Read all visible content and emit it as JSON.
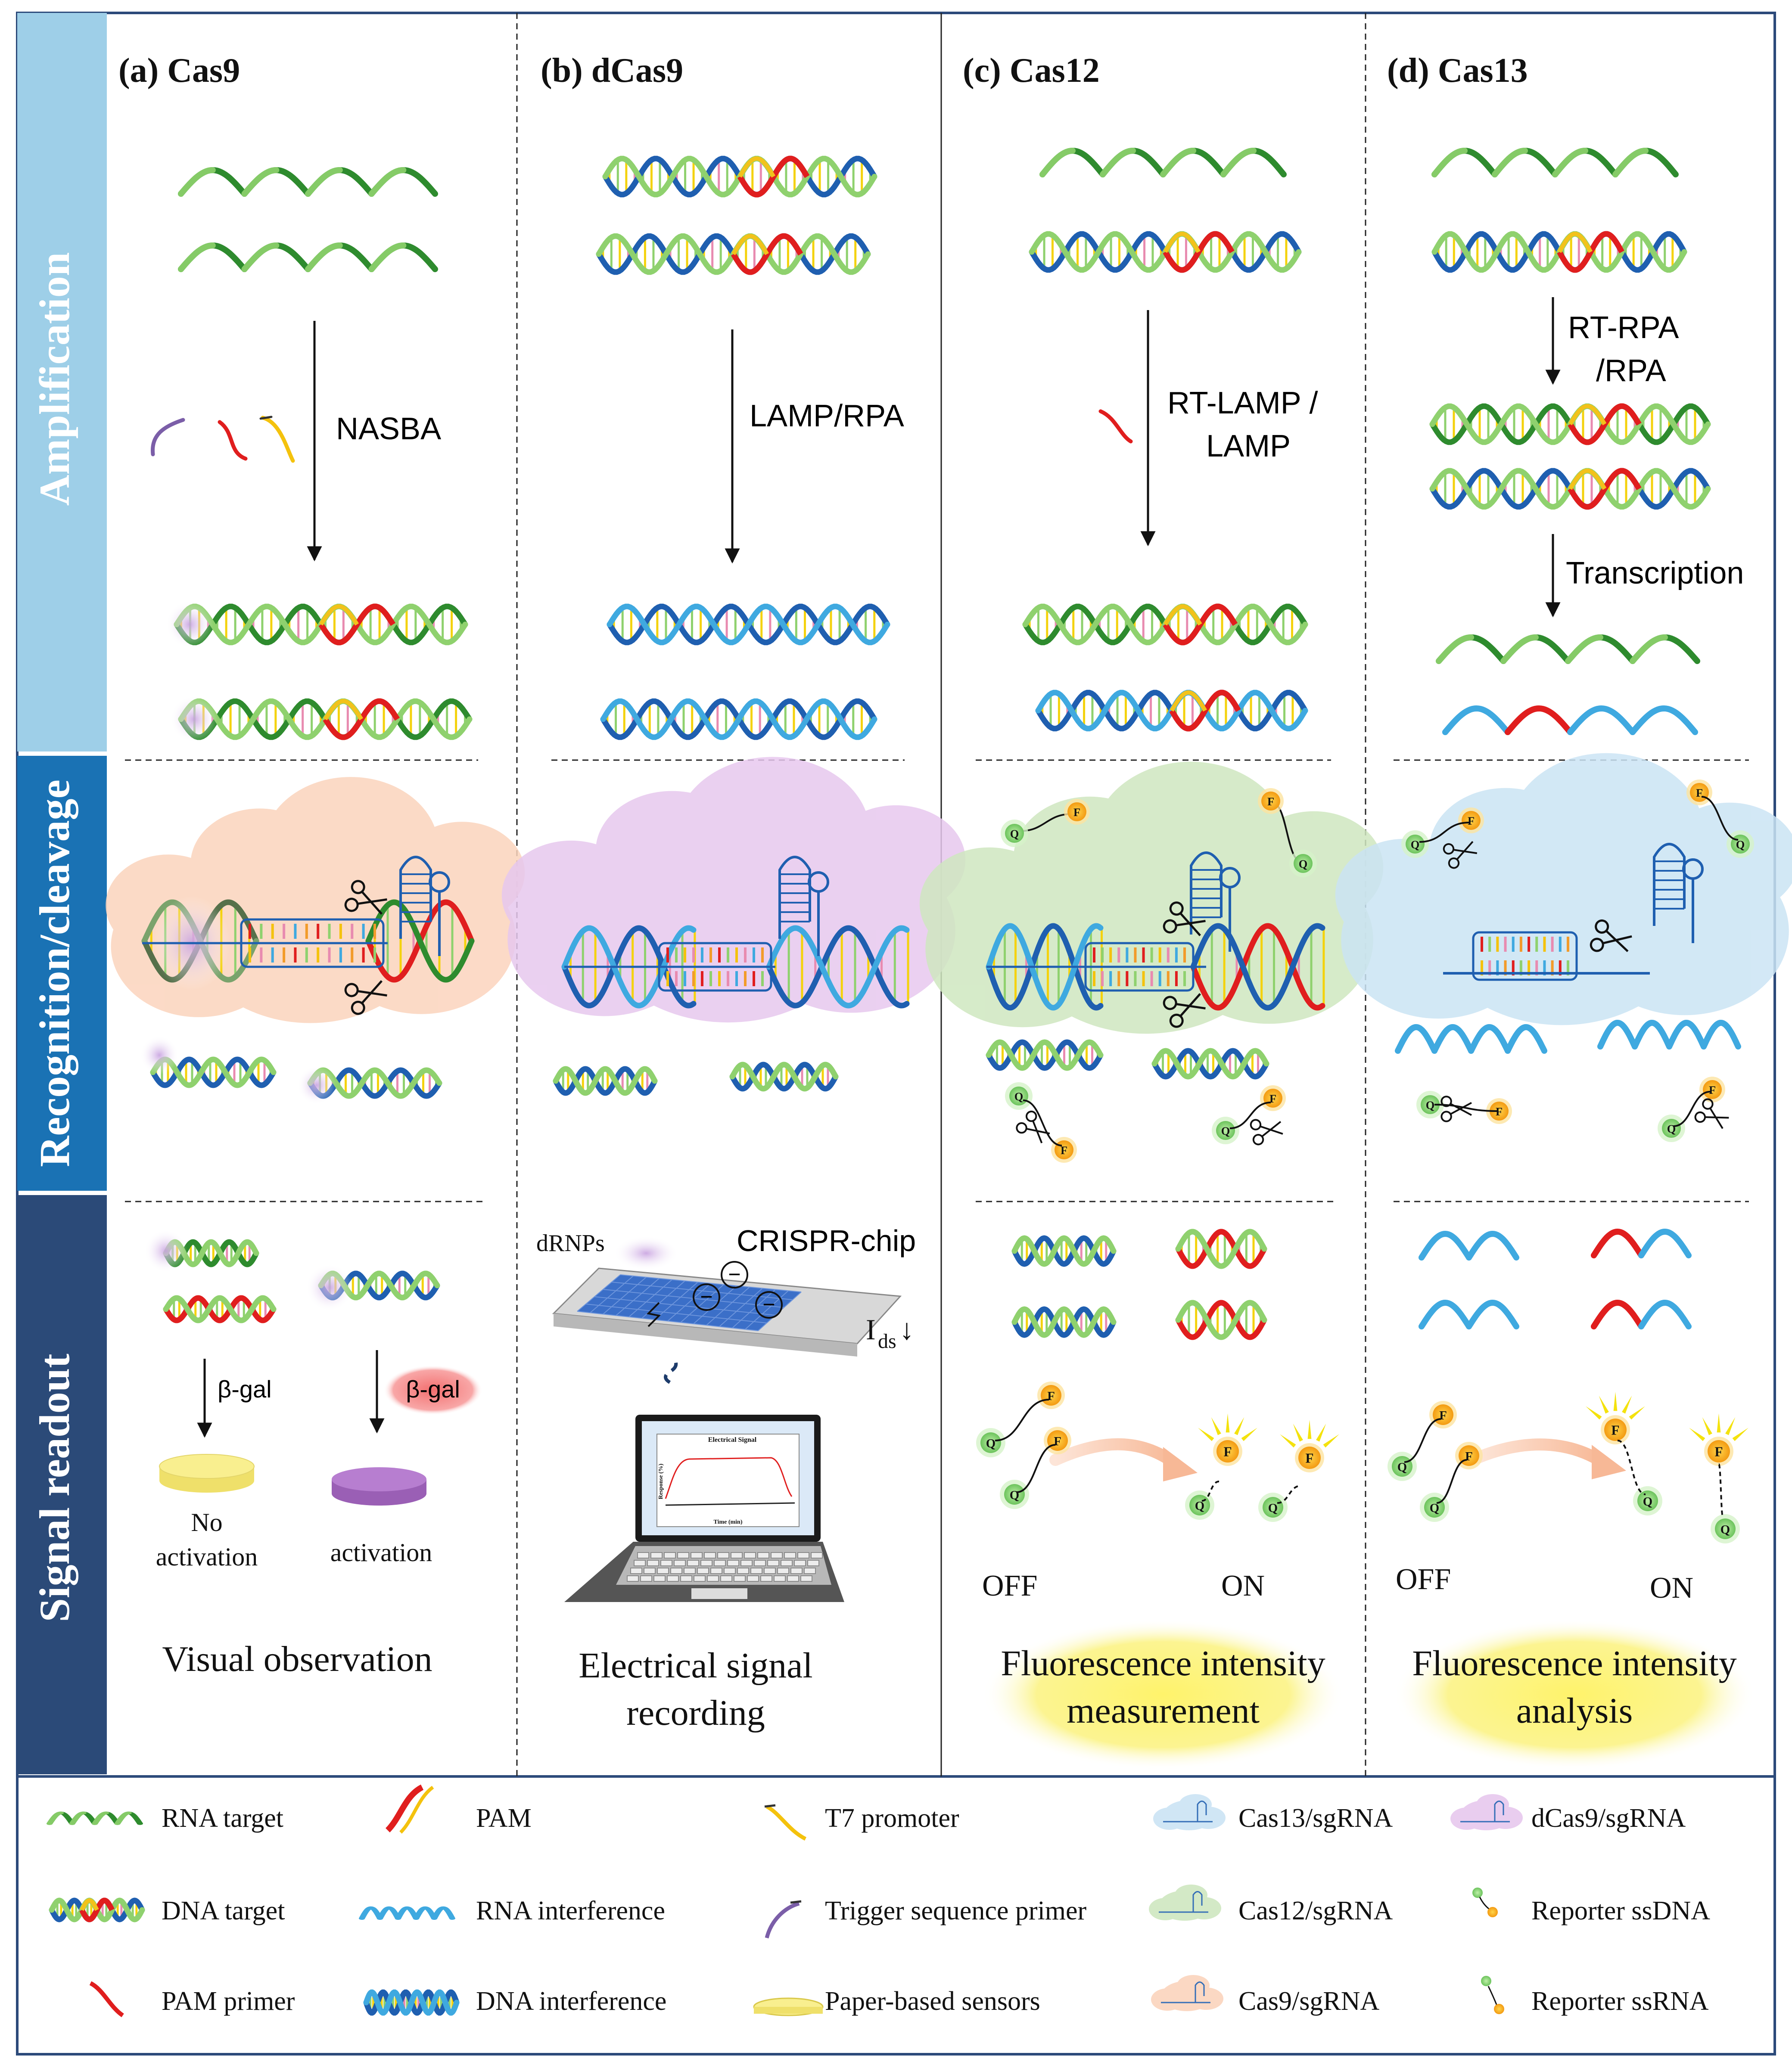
{
  "stages": {
    "amplification": "Amplification",
    "recognition": "Recognition/cleavage",
    "readout": "Signal readout"
  },
  "panels": {
    "a": {
      "title": "(a) Cas9",
      "amp_method": "NASBA",
      "readout": {
        "enzyme_left": "β-gal",
        "enzyme_right": "β-gal",
        "no_activation_1": "No",
        "no_activation_2": "activation",
        "activation": "activation",
        "caption": "Visual observation"
      }
    },
    "b": {
      "title": "(b) dCas9",
      "amp_method": "LAMP/RPA",
      "readout": {
        "drnps": "dRNPs",
        "chip": "CRISPR-chip",
        "ids_main": "I",
        "ids_sub": "ds",
        "ids_arrow": "↓",
        "minus": "−",
        "screen_title": "Electrical Signal",
        "screen_ylabel": "Response (%)",
        "screen_xlabel": "Time (min)",
        "caption_1": "Electrical signal",
        "caption_2": "recording"
      }
    },
    "c": {
      "title": "(c) Cas12",
      "amp_method_1": "RT-LAMP /",
      "amp_method_2": "LAMP",
      "readout": {
        "off": "OFF",
        "on": "ON",
        "caption_1": "Fluorescence intensity",
        "caption_2": "measurement"
      }
    },
    "d": {
      "title": "(d) Cas13",
      "amp_method_1": "RT-RPA",
      "amp_method_2": "/RPA",
      "transcription": "Transcription",
      "readout": {
        "off": "OFF",
        "on": "ON",
        "caption_1": "Fluorescence intensity",
        "caption_2": "analysis"
      }
    }
  },
  "reporter_letters": {
    "f": "F",
    "q": "Q"
  },
  "legend": [
    [
      "RNA target",
      "PAM",
      "T7 promoter",
      "Cas13/sgRNA",
      "dCas9/sgRNA"
    ],
    [
      "DNA target",
      "RNA interference",
      "Trigger sequence primer",
      "Cas12/sgRNA",
      "Reporter  ssDNA"
    ],
    [
      "PAM primer",
      "DNA interference",
      "Paper-based sensors",
      "Cas9/sgRNA",
      "Reporter  ssRNA"
    ]
  ],
  "colors": {
    "stage_amplification": "#9ecfe8",
    "stage_recognition": "#1a72b4",
    "stage_readout": "#2b4a78",
    "border": "#2c4a7a",
    "rna_dark": "#2e8b2e",
    "rna_light": "#8fd16e",
    "dna_blue": "#1f5fb0",
    "dna_light_blue": "#3fa9e0",
    "pam_red": "#e01e1e",
    "t7_yellow": "#f4c20d",
    "trigger_purple": "#7b5ea8",
    "cas9_cloud": "#fbd4bd",
    "dcas9_cloud": "#e7c8ee",
    "cas12_cloud": "#cfe7c0",
    "cas13_cloud": "#cbe4f4",
    "fluor_orange": "#f7a21b",
    "quencher_green": "#8ad67a",
    "glow_yellow": "#fbf17a",
    "plate_yellow": "#f9ef8f",
    "plate_purple": "#b77ed0",
    "bgal_pink": "#f36d6d"
  },
  "icons": [
    "scissors-icon",
    "fluorophore-icon",
    "quencher-icon",
    "laptop-icon",
    "chip-icon",
    "petri-dish-icon"
  ]
}
